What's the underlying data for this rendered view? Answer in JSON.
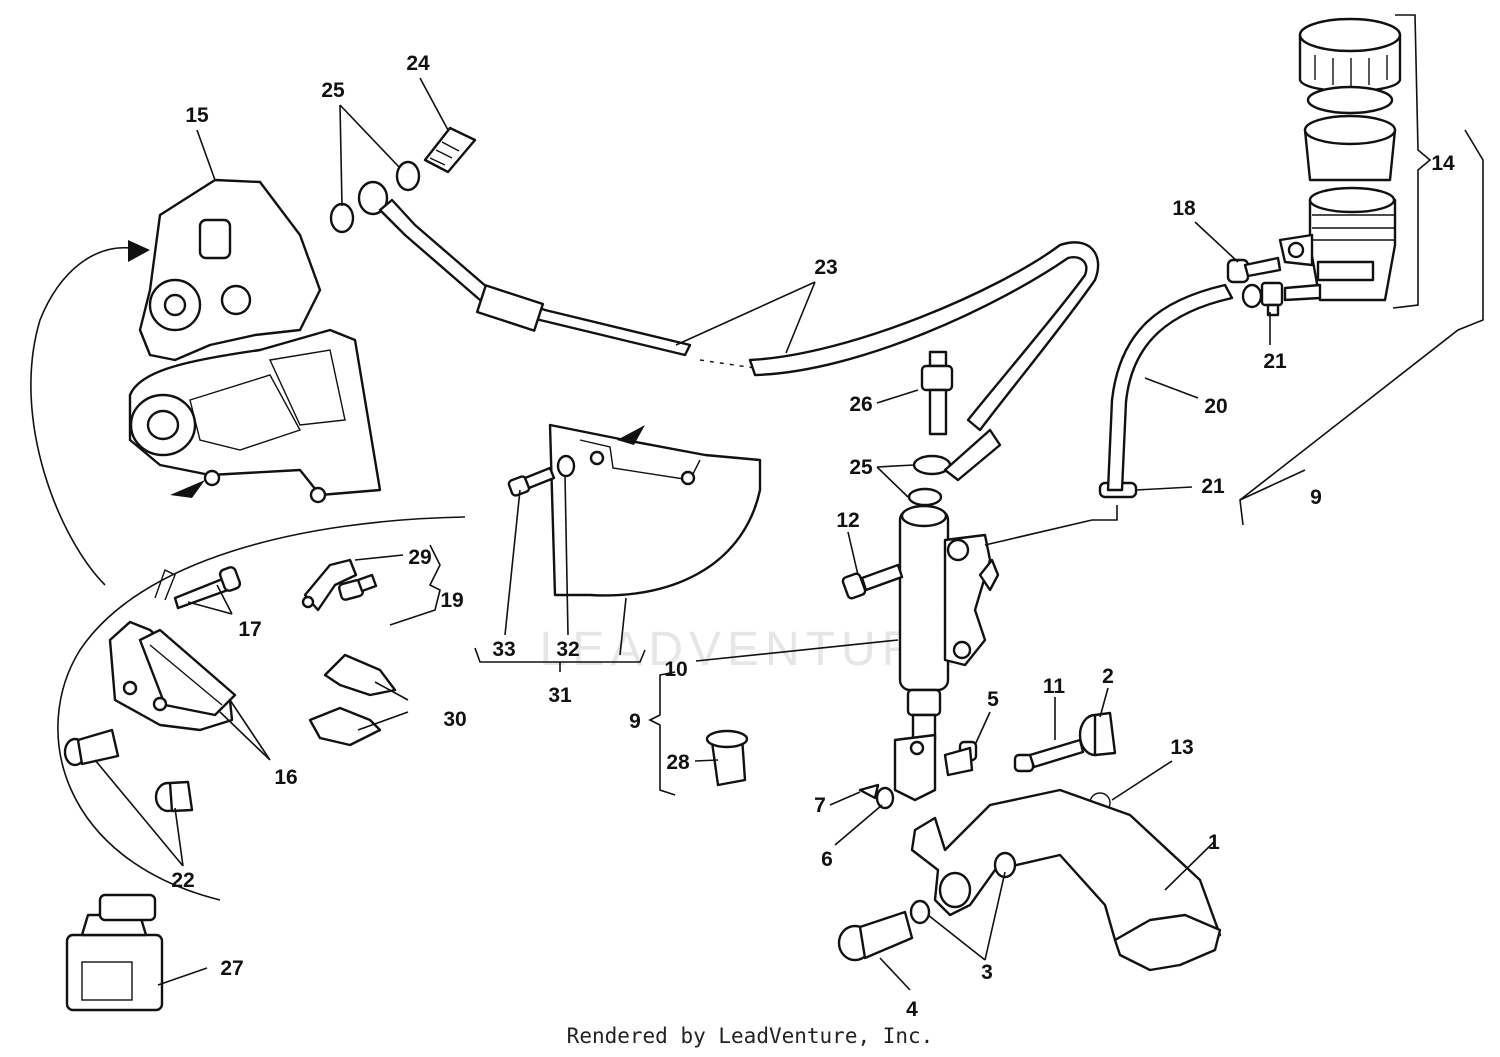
{
  "watermark": "LEADVENTURE",
  "footer": "Rendered by LeadVenture, Inc.",
  "callouts": {
    "c1": "1",
    "c2": "2",
    "c3": "3",
    "c4": "4",
    "c5": "5",
    "c6": "6",
    "c7": "7",
    "c9a": "9",
    "c9b": "9",
    "c10": "10",
    "c11": "11",
    "c12": "12",
    "c13": "13",
    "c14": "14",
    "c15": "15",
    "c16": "16",
    "c17": "17",
    "c18": "18",
    "c19": "19",
    "c20": "20",
    "c21a": "21",
    "c21b": "21",
    "c22": "22",
    "c23": "23",
    "c24": "24",
    "c25a": "25",
    "c25b": "25",
    "c26": "26",
    "c27": "27",
    "c28": "28",
    "c29": "29",
    "c30": "30",
    "c31": "31",
    "c32": "32",
    "c33": "33"
  }
}
